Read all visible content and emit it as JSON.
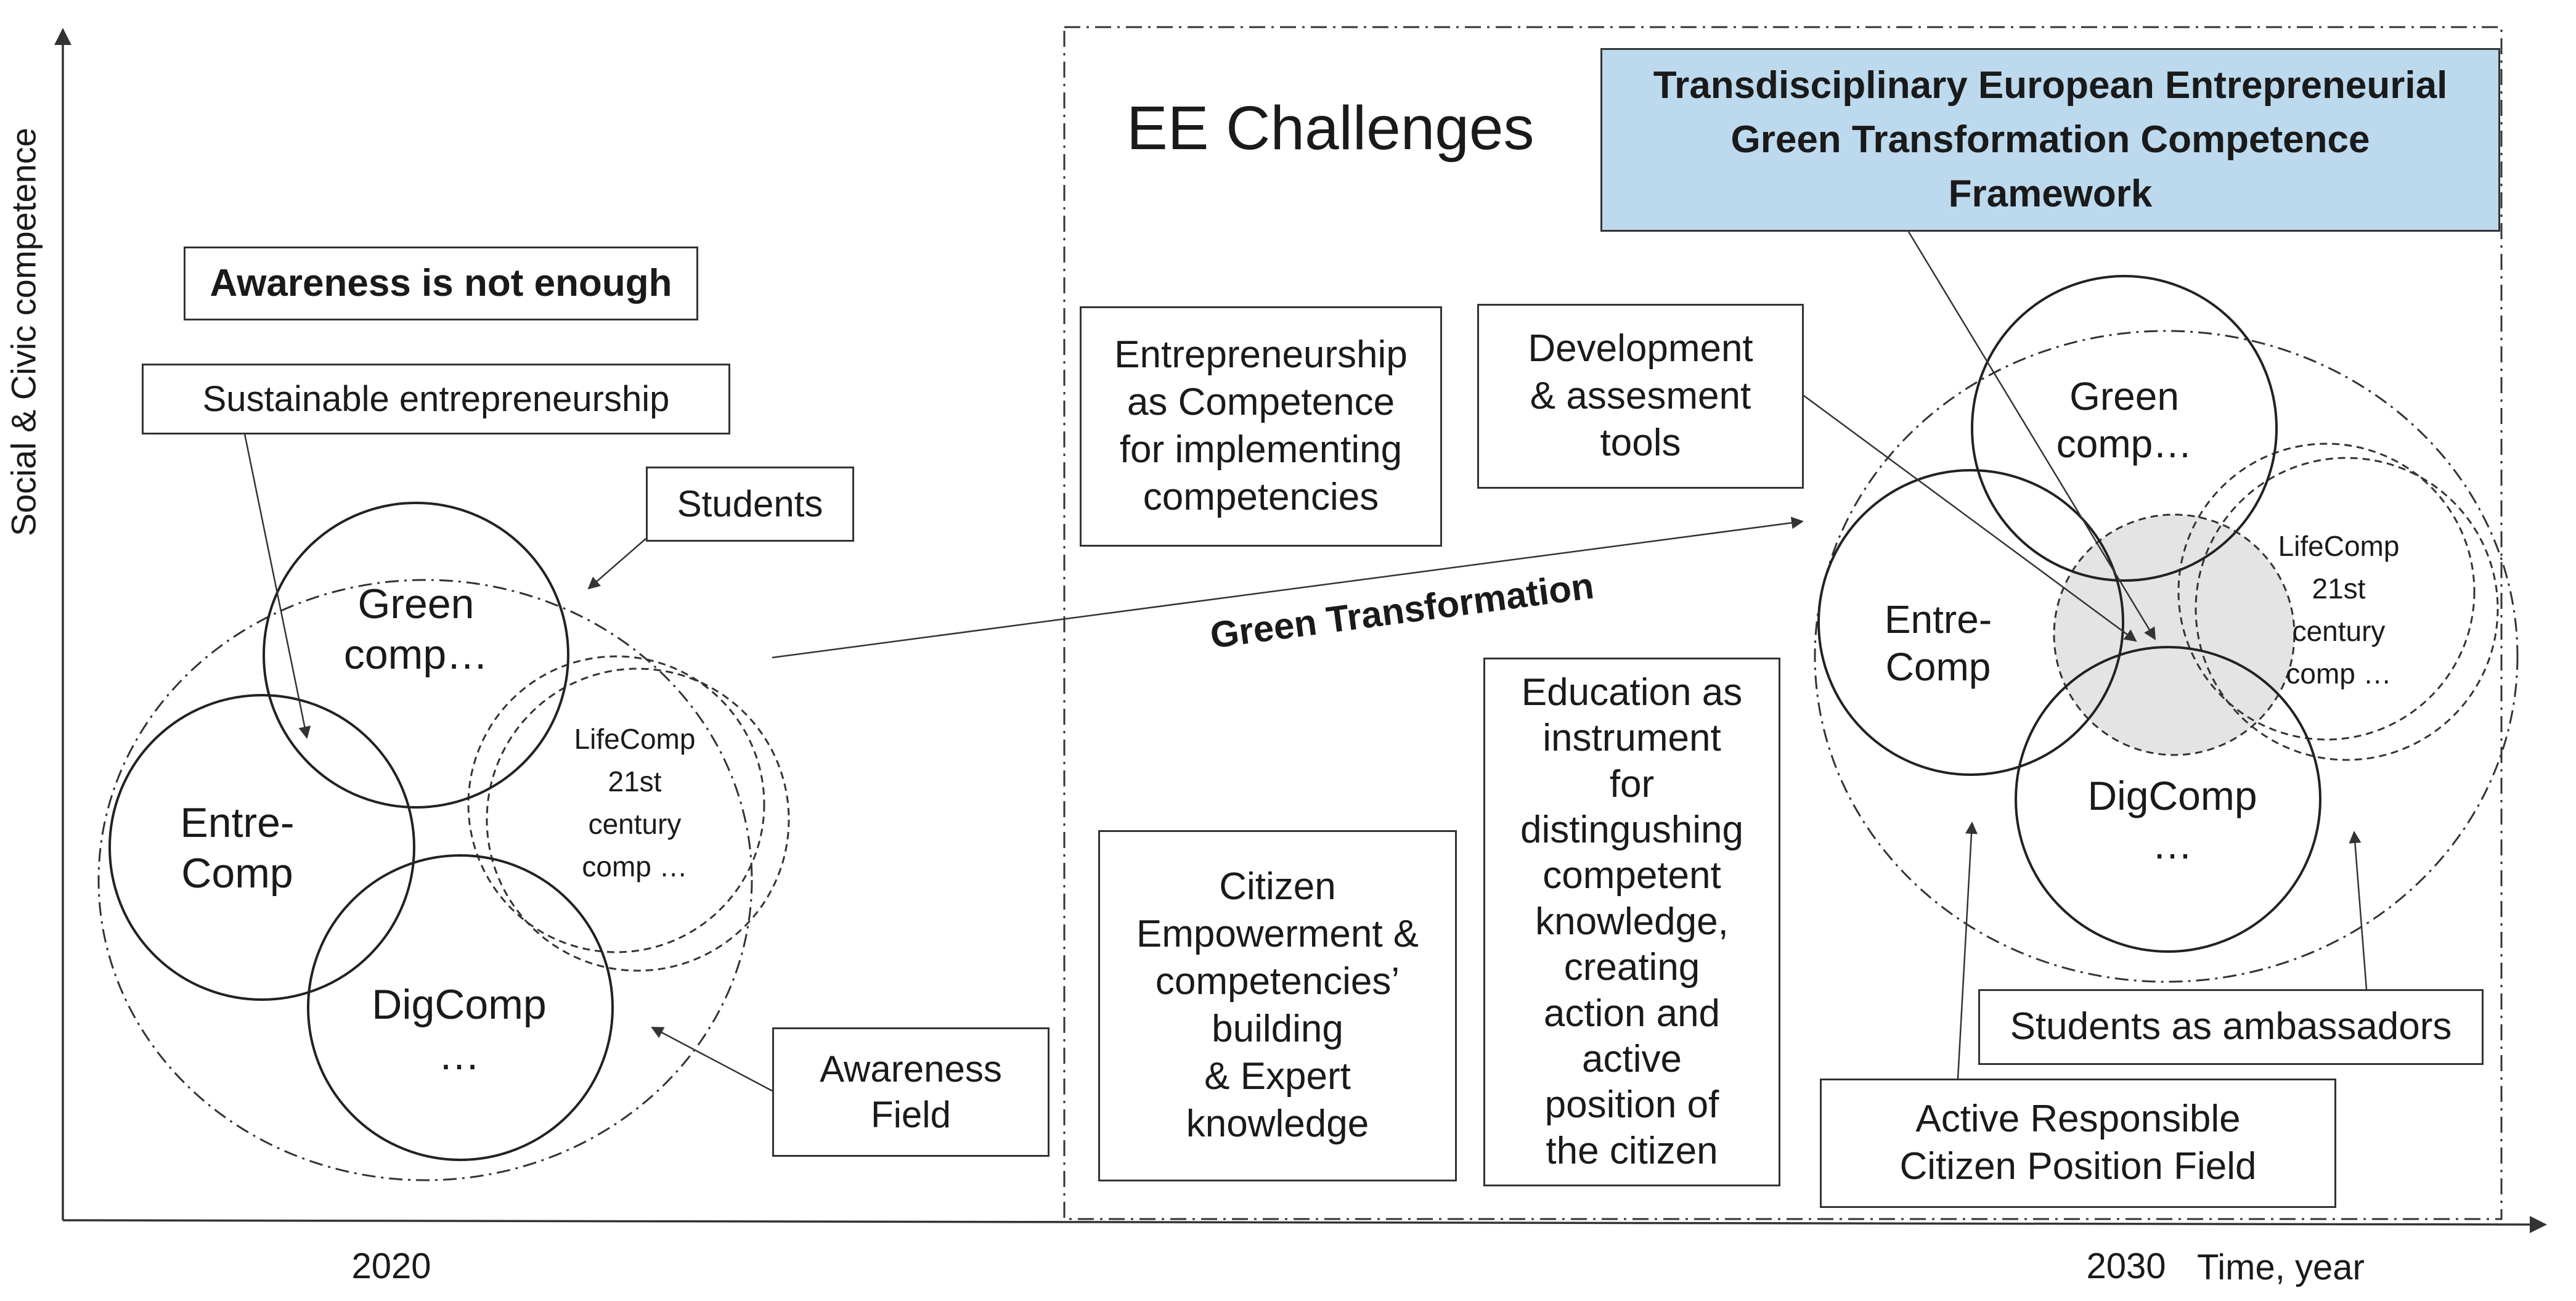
{
  "axes": {
    "y_label": "Social & Civic competence",
    "x_label": "Time, year",
    "x_start": "2020",
    "x_end": "2030"
  },
  "left_field": {
    "awareness_title": "Awareness is not enough",
    "sustainable": "Sustainable entrepreneurship",
    "students": "Students",
    "green": "Green\ncomp…",
    "entre": "Entre-\nComp",
    "dig": "DigComp\n…",
    "life": "LifeComp\n21st\ncentury\ncomp …",
    "awareness_field": "Awareness\nField"
  },
  "center": {
    "ee_challenges": "EE Challenges",
    "entrepreneurship": "Entrepreneurship\nas Competence\nfor implementing\ncompetencies",
    "development": "Development\n& assesment\ntools",
    "green_transformation": "Green Transformation",
    "citizen": "Citizen\nEmpowerment &\ncompetencies’\nbuilding\n& Expert\nknowledge",
    "education": "Education as\ninstrument\nfor\ndistingushing\ncompetent\nknowledge,\ncreating\naction and\nactive\nposition of\nthe citizen"
  },
  "right_field": {
    "framework": "Transdisciplinary European Entrepreneurial\nGreen Transformation Competence\nFramework",
    "green": "Green\ncomp…",
    "entre": "Entre-\nComp",
    "dig": "DigComp\n…",
    "life": "LifeComp\n21st\ncentury\ncomp …",
    "ambassadors": "Students as ambassadors",
    "active_field": "Active Responsible\nCitizen Position Field"
  },
  "colors": {
    "framework_fill": "#bcd9ee",
    "overlap_fill": "#e4e4e4",
    "line": "#333333"
  }
}
